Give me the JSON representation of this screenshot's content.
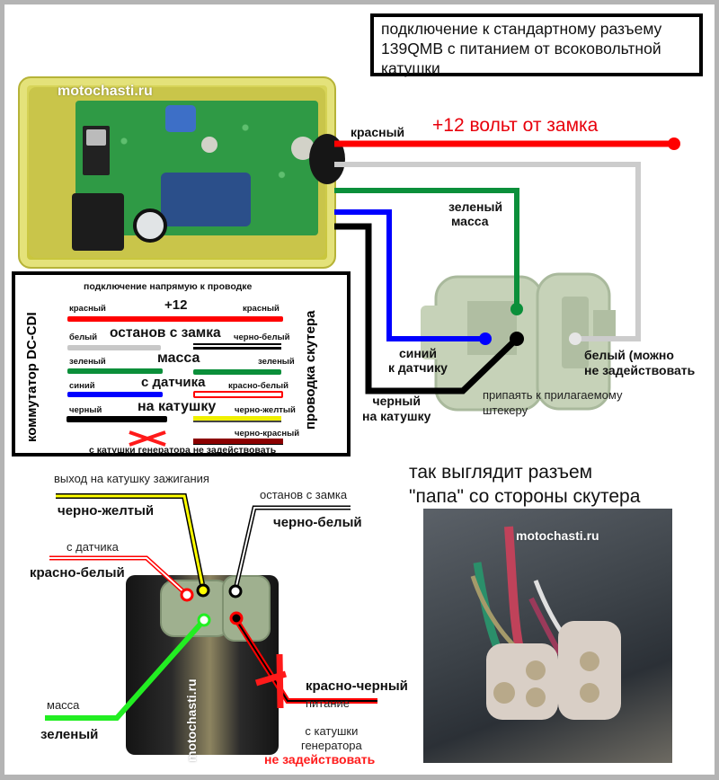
{
  "title_box": {
    "lines": [
      "подключение к стандартному разъему",
      "139QMB с питанием от всоковольтной",
      "катушки"
    ]
  },
  "watermark": "motochasti.ru",
  "top_diagram": {
    "power_line": {
      "wire_label": "красный",
      "annotation": "+12 вольт от замка",
      "color": "#ff0000"
    },
    "wires": [
      {
        "name": "red",
        "color": "#ff0000"
      },
      {
        "name": "white",
        "color": "#cccccc"
      },
      {
        "name": "green",
        "color": "#0b8f3a"
      },
      {
        "name": "blue",
        "color": "#0000ff"
      },
      {
        "name": "black",
        "color": "#000000"
      }
    ],
    "labels": {
      "green_line1": "зеленый",
      "green_line2": "масса",
      "blue_line1": "синий",
      "blue_line2": "к датчику",
      "black_line1": "черный",
      "black_line2": "на катушку",
      "white_line1": "белый (можно",
      "white_line2": "не задействовать",
      "solder_line1": "припаять к прилагаемому",
      "solder_line2": "штекеру"
    }
  },
  "legend": {
    "heading": "подключение напрямую к проводке",
    "left_side_label": "коммутатор DC-CDI",
    "right_side_label": "проводка скутера",
    "rows": [
      {
        "left": "красный",
        "center": "+12",
        "right": "красный",
        "left_color": "#ff0000",
        "right_color": "#ff0000"
      },
      {
        "left": "белый",
        "center": "останов с замка",
        "right": "черно-белый",
        "left_color": "#c8c8c8",
        "right_color": "#000000"
      },
      {
        "left": "зеленый",
        "center": "масса",
        "right": "зеленый",
        "left_color": "#0b8f3a",
        "right_color": "#0b8f3a"
      },
      {
        "left": "синий",
        "center": "с датчика",
        "right": "красно-белый",
        "left_color": "#0000ff",
        "right_color": "#ff0000"
      },
      {
        "left": "черный",
        "center": "на катушку",
        "right": "черно-желтый",
        "left_color": "#000000",
        "right_color": "#f0f000"
      },
      {
        "left": "",
        "center": "",
        "right": "черно-красный",
        "left_color": "",
        "right_color": "#8b0000"
      }
    ],
    "footer": "с катушки генератора не задействовать",
    "cross_color": "#ff1a1a"
  },
  "bottom_left": {
    "ignition_out": "выход на катушку зажигания",
    "black_yellow": "черно-желтый",
    "stop": "останов с замка",
    "black_white": "черно-белый",
    "sensor": "с датчика",
    "red_white": "красно-белый",
    "ground": "масса",
    "green": "зеленый",
    "red_black": "красно-черный",
    "power": "питание",
    "from_coil_1": "с катушки",
    "from_coil_2": "генератора",
    "not_used": "не задействовать",
    "watermark_vertical": "motochasti.ru"
  },
  "bottom_right": {
    "caption_line1": "так выглядит разъем",
    "caption_line2": "\"папа\" со стороны скутера",
    "watermark": "motochasti.ru"
  }
}
